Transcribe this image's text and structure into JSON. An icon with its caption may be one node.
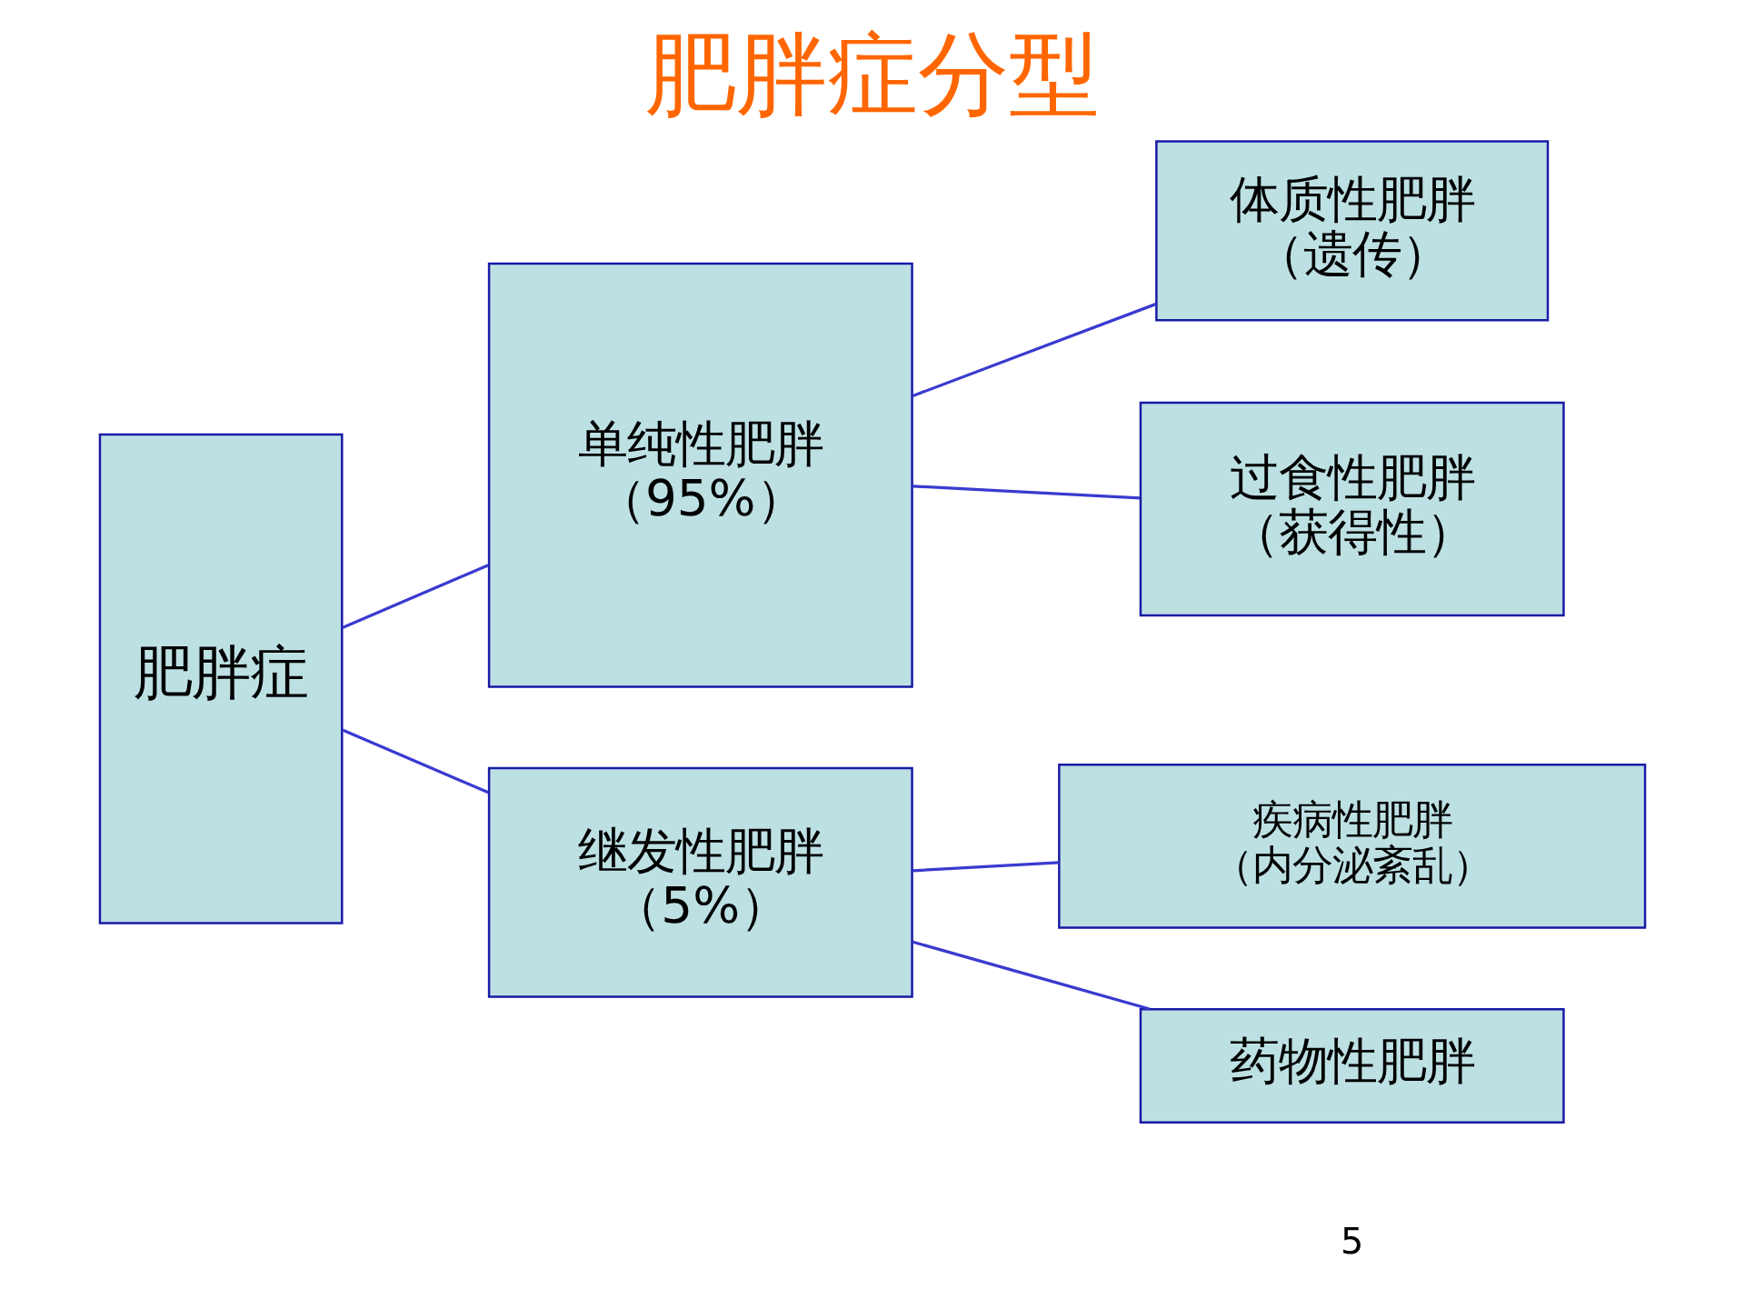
{
  "diagram": {
    "title": "肥胖症分型",
    "nodes": [
      {
        "text": [
          "肥胖症"
        ]
      },
      {
        "text": [
          "单纯性肥胖",
          "（95%）"
        ]
      },
      {
        "text": [
          "继发性肥胖",
          "（5%）"
        ]
      },
      {
        "text": [
          "体质性肥胖",
          "（遗传）"
        ]
      },
      {
        "text": [
          "过食性肥胖",
          "（获得性）"
        ]
      },
      {
        "text": [
          "疾病性肥胖",
          "（内分泌紊乱）"
        ]
      },
      {
        "text": [
          "药物性肥胖"
        ]
      }
    ],
    "edges": [
      {
        "from": 0,
        "to": 1,
        "arrow": "none"
      },
      {
        "from": 0,
        "to": 2,
        "arrow": "none"
      },
      {
        "from": 1,
        "to": 3,
        "arrow": "none"
      },
      {
        "from": 1,
        "to": 4,
        "arrow": "none"
      },
      {
        "from": 2,
        "to": 5,
        "arrow": "none"
      },
      {
        "from": 2,
        "to": 6,
        "arrow": "none"
      }
    ],
    "labels": [
      "5"
    ]
  }
}
